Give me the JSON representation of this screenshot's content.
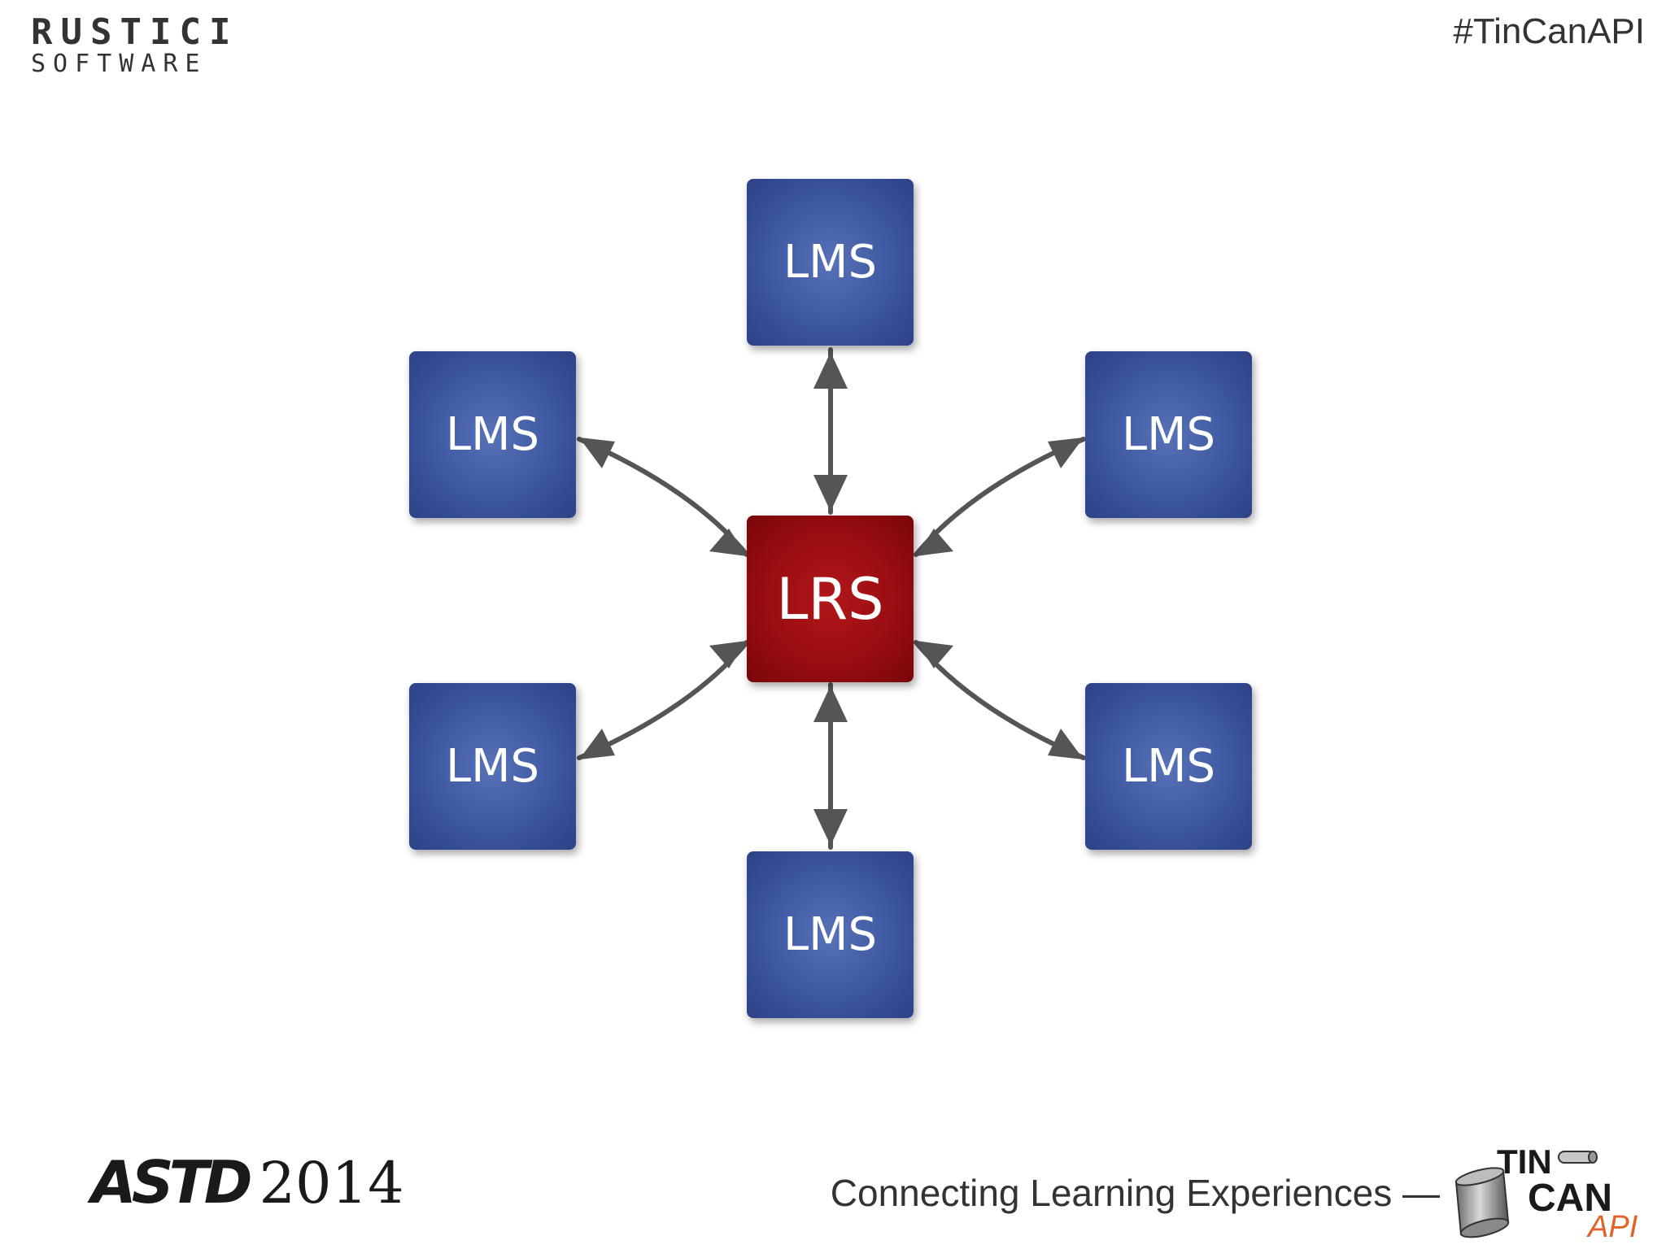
{
  "header": {
    "brand_line1": "RUSTICI",
    "brand_line2": "SOFTWARE",
    "hashtag": "#TinCanAPI"
  },
  "diagram": {
    "center": {
      "label": "LRS",
      "color": "#9a0d11"
    },
    "nodes": [
      {
        "label": "LMS",
        "position": "top"
      },
      {
        "label": "LMS",
        "position": "upper-left"
      },
      {
        "label": "LMS",
        "position": "upper-right"
      },
      {
        "label": "LMS",
        "position": "lower-left"
      },
      {
        "label": "LMS",
        "position": "lower-right"
      },
      {
        "label": "LMS",
        "position": "bottom"
      }
    ],
    "node_color": "#3c56a0",
    "arrow_color": "#555555",
    "connections": "bidirectional"
  },
  "footer": {
    "event_name": "ASTD",
    "event_year": "2014",
    "tagline": "Connecting Learning Experiences —",
    "logo": {
      "line1": "TIN",
      "line2": "CAN",
      "line3": "API",
      "accent": "#e0632a",
      "icon": "tin-can-icon"
    }
  }
}
